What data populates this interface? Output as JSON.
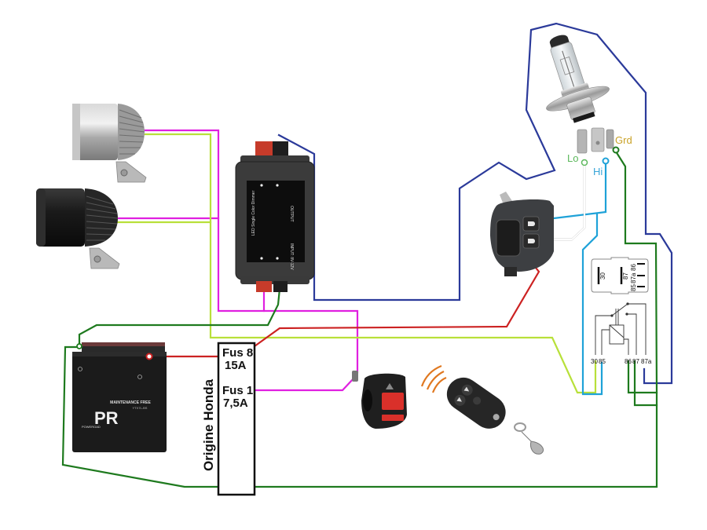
{
  "diagram": {
    "title": "",
    "fuse_box": {
      "label": "Origine Honda",
      "fuses": [
        {
          "name": "Fus 8",
          "rating": "15A"
        },
        {
          "name": "Fus 1",
          "rating": "7,5A"
        }
      ]
    },
    "headlight_bulb": {
      "terminals": [
        {
          "label": "Lo",
          "color": "#5cb85c"
        },
        {
          "label": "Hi",
          "color": "#3aa6d8"
        },
        {
          "label": "Grd",
          "color": "#c9a227"
        }
      ]
    },
    "relay": {
      "top_pins": [
        "30",
        "87",
        "85",
        "87a",
        "86"
      ],
      "schematic_pins": [
        "30",
        "85",
        "86",
        "87",
        "87a"
      ]
    },
    "dimmer": {
      "label": "LED Single Color Dimmer",
      "output_label": "OUTPUT",
      "input_label": "INPUT: 8V-12V",
      "plus": "+",
      "minus": "-"
    },
    "battery": {
      "brand": "POWEROAD",
      "logo": "PR",
      "maintenance": "MAINTENANCE FREE",
      "model": "YTX7L-BS"
    },
    "components": {
      "led_lamp_1": "LED spot lamp (silver)",
      "led_lamp_2": "LED spot lamp (black)",
      "handlebar_switch": "Headlight Hi/Lo switch",
      "push_switch": "Handlebar push switch",
      "remote": "Wireless remote key fob"
    },
    "wire_colors": {
      "magenta": "#e020e0",
      "yellow_green": "#b8e03a",
      "dark_green": "#1e7a1e",
      "navy": "#2b3a9a",
      "red": "#cc2222",
      "light_blue": "#1fa2d8",
      "black": "#111111",
      "orange": "#e07820"
    }
  }
}
